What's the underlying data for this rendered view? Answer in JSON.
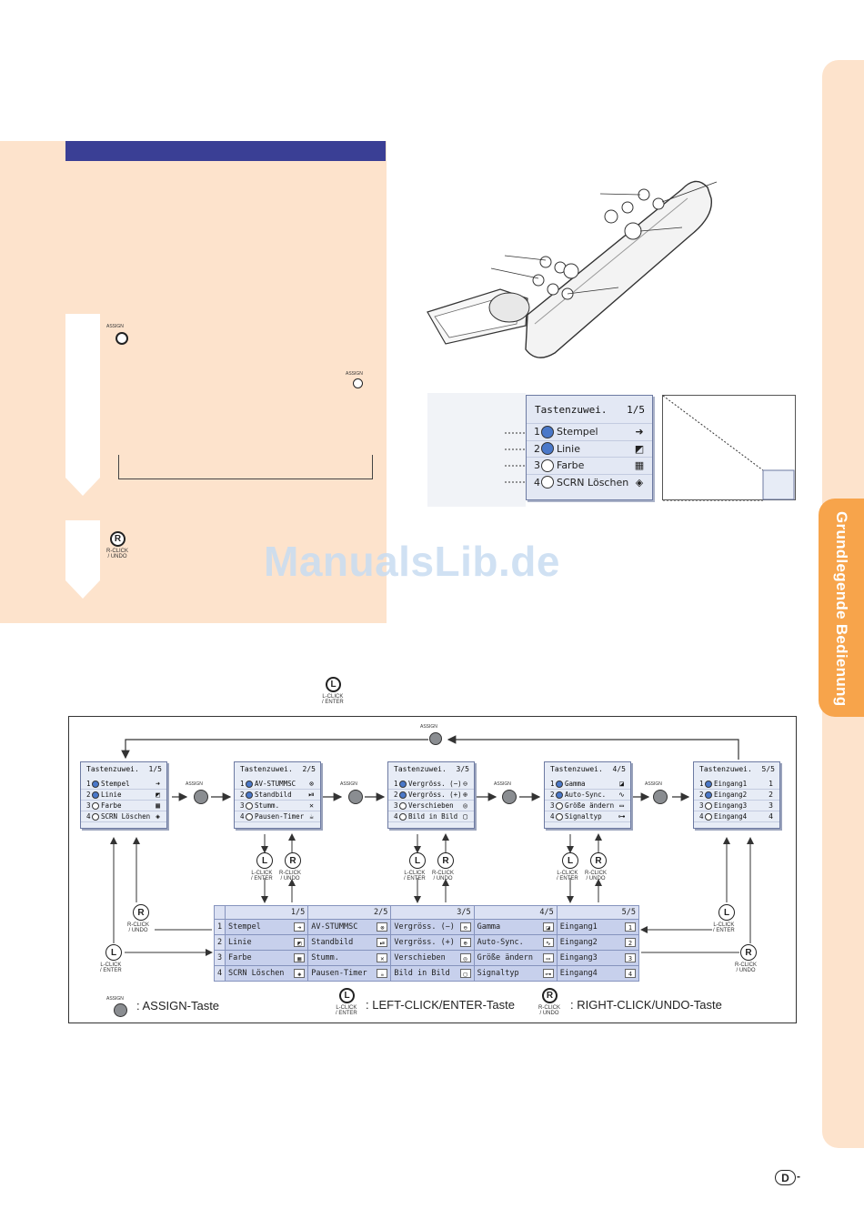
{
  "side_tab": {
    "label": "Grundlegende Bedienung"
  },
  "watermark": "ManualsLib.de",
  "assign_button": {
    "label": "ASSIGN"
  },
  "r_button": {
    "letter": "R",
    "label_line1": "R-CLICK",
    "label_line2": "/ UNDO"
  },
  "l_button": {
    "letter": "L",
    "label_line1": "L-CLICK",
    "label_line2": "/ ENTER"
  },
  "big_menu": {
    "title": "Tastenzuwei.",
    "page": "1/5",
    "rows": [
      {
        "num": "1",
        "label": "Stempel",
        "selected": true,
        "icon": "stamp-icon",
        "glyph": "➜"
      },
      {
        "num": "2",
        "label": "Linie",
        "selected": true,
        "icon": "line-icon",
        "glyph": "◩"
      },
      {
        "num": "3",
        "label": "Farbe",
        "selected": false,
        "icon": "color-icon",
        "glyph": "▦"
      },
      {
        "num": "4",
        "label": "SCRN Löschen",
        "selected": false,
        "icon": "eraser-icon",
        "glyph": "◈"
      }
    ]
  },
  "menus": [
    {
      "title": "Tastenzuwei.",
      "page": "1/5",
      "rows": [
        {
          "num": "1",
          "label": "Stempel",
          "selected": true,
          "glyph": "➜"
        },
        {
          "num": "2",
          "label": "Linie",
          "selected": true,
          "glyph": "◩"
        },
        {
          "num": "3",
          "label": "Farbe",
          "selected": false,
          "glyph": "▦"
        },
        {
          "num": "4",
          "label": "SCRN Löschen",
          "selected": false,
          "glyph": "◈"
        }
      ]
    },
    {
      "title": "Tastenzuwei.",
      "page": "2/5",
      "rows": [
        {
          "num": "1",
          "label": "AV-STUMMSC",
          "selected": true,
          "glyph": "⊗"
        },
        {
          "num": "2",
          "label": "Standbild",
          "selected": true,
          "glyph": "⏯"
        },
        {
          "num": "3",
          "label": "Stumm.",
          "selected": false,
          "glyph": "✕"
        },
        {
          "num": "4",
          "label": "Pausen-Timer",
          "selected": false,
          "glyph": "☕"
        }
      ]
    },
    {
      "title": "Tastenzuwei.",
      "page": "3/5",
      "rows": [
        {
          "num": "1",
          "label": "Vergröss. (−)",
          "selected": true,
          "glyph": "⊖"
        },
        {
          "num": "2",
          "label": "Vergröss. (+)",
          "selected": true,
          "glyph": "⊕"
        },
        {
          "num": "3",
          "label": "Verschieben",
          "selected": false,
          "glyph": "◎"
        },
        {
          "num": "4",
          "label": "Bild in Bild",
          "selected": false,
          "glyph": "▢"
        }
      ]
    },
    {
      "title": "Tastenzuwei.",
      "page": "4/5",
      "rows": [
        {
          "num": "1",
          "label": "Gamma",
          "selected": true,
          "glyph": "◪"
        },
        {
          "num": "2",
          "label": "Auto-Sync.",
          "selected": true,
          "glyph": "∿"
        },
        {
          "num": "3",
          "label": "Größe ändern",
          "selected": false,
          "glyph": "▭"
        },
        {
          "num": "4",
          "label": "Signaltyp",
          "selected": false,
          "glyph": "⊶"
        }
      ]
    },
    {
      "title": "Tastenzuwei.",
      "page": "5/5",
      "rows": [
        {
          "num": "1",
          "label": "Eingang1",
          "selected": true,
          "glyph": "1"
        },
        {
          "num": "2",
          "label": "Eingang2",
          "selected": true,
          "glyph": "2"
        },
        {
          "num": "3",
          "label": "Eingang3",
          "selected": false,
          "glyph": "3"
        },
        {
          "num": "4",
          "label": "Eingang4",
          "selected": false,
          "glyph": "4"
        }
      ]
    }
  ],
  "table": {
    "pages": [
      "1/5",
      "2/5",
      "3/5",
      "4/5",
      "5/5"
    ],
    "rows": [
      {
        "num": "1",
        "cells": [
          "Stempel",
          "AV-STUMMSC",
          "Vergröss. (−)",
          "Gamma",
          "Eingang1"
        ],
        "glyphs": [
          "➜",
          "⊗",
          "⊖",
          "◪",
          "1"
        ]
      },
      {
        "num": "2",
        "cells": [
          "Linie",
          "Standbild",
          "Vergröss. (+)",
          "Auto-Sync.",
          "Eingang2"
        ],
        "glyphs": [
          "◩",
          "⏯",
          "⊕",
          "∿",
          "2"
        ]
      },
      {
        "num": "3",
        "cells": [
          "Farbe",
          "Stumm.",
          "Verschieben",
          "Größe ändern",
          "Eingang3"
        ],
        "glyphs": [
          "▦",
          "✕",
          "◎",
          "▭",
          "3"
        ]
      },
      {
        "num": "4",
        "cells": [
          "SCRN Löschen",
          "Pausen-Timer",
          "Bild in Bild",
          "Signaltyp",
          "Eingang4"
        ],
        "glyphs": [
          "◈",
          "☕",
          "▢",
          "⊶",
          "4"
        ]
      }
    ]
  },
  "legend": {
    "assign": ": ASSIGN-Taste",
    "left": ": LEFT-CLICK/ENTER-Taste",
    "right": ": RIGHT-CLICK/UNDO-Taste"
  },
  "page_marker": "D",
  "page_suffix": "-",
  "colors": {
    "peach": "#fde3cc",
    "orange_tab": "#f7a44b",
    "header_blue": "#3a3f95",
    "menu_blue": "#4a78c9"
  }
}
